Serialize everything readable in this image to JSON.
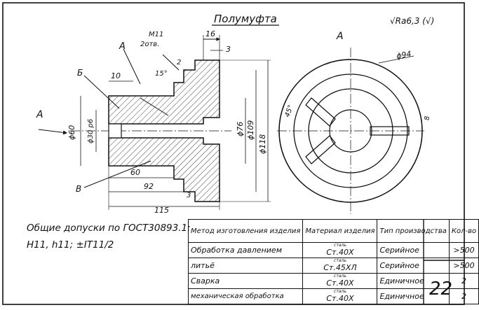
{
  "title": "Полумуфта",
  "roughness": "√Ra6,3 (√)",
  "view_label": "А",
  "general_tolerances": {
    "line1": "Общие допуски по ГОСТ30893.1:",
    "line2": "H11, h11; ±IT11/2"
  },
  "sheet_number": "22",
  "section_view": {
    "callouts": [
      "А",
      "Б",
      "В"
    ],
    "arrow_label": "А",
    "chamfer_note": "M11\n2отв.",
    "dims": {
      "d16": "16",
      "d3_top": "3",
      "d10": "10",
      "d15deg": "15°",
      "d2": "2",
      "d60": "ϕ60",
      "d30": "ϕ30 p6",
      "d76": "ϕ76",
      "d109": "ϕ109",
      "d118": "ϕ118",
      "l60": "60",
      "l92": "92",
      "l115": "115",
      "d3_bot": "3"
    }
  },
  "end_view": {
    "dims": {
      "d94": "ϕ94",
      "d45deg": "45°",
      "d8": "8"
    }
  },
  "table": {
    "headers": [
      "Метод изготовления изделия",
      "Материал изделия",
      "Тип производства",
      "Кол-во"
    ],
    "rows": [
      {
        "method": "Обработка давлением",
        "material_note": "сталь",
        "material": "Ст.40Х",
        "type": "Серийное",
        "qty": ">500"
      },
      {
        "method": "литьё",
        "material_note": "сталь",
        "material": "Ст.45ХЛ",
        "type": "Серийное",
        "qty": ">500"
      },
      {
        "method": "Сварка",
        "material_note": "сталь",
        "material": "Ст.40Х",
        "type": "Единичное",
        "qty": "2"
      },
      {
        "method": "механическая обработка",
        "material_note": "сталь",
        "material": "Ст.40Х",
        "type": "Единичное",
        "qty": "2"
      }
    ]
  }
}
